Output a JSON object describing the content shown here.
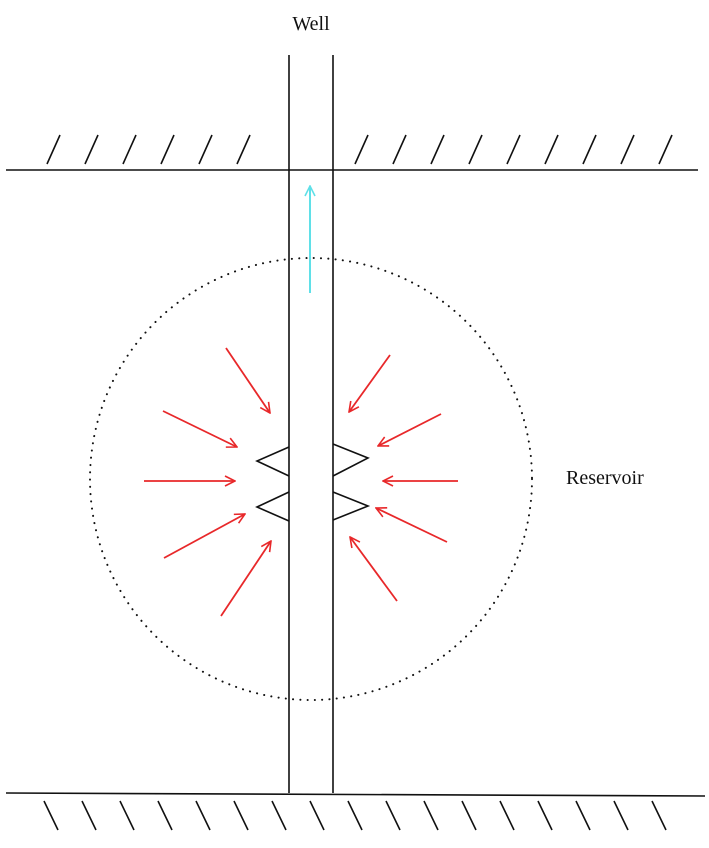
{
  "labels": {
    "well": "Well",
    "reservoir": "Reservoir"
  },
  "colors": {
    "line": "#111111",
    "inflow_arrow": "#e8282a",
    "production_arrow": "#5fe0e8"
  },
  "elements": {
    "surface_hatch": "hatched-boundary",
    "base_hatch": "hatched-boundary",
    "reservoir_boundary": "dotted-circle",
    "perforations": "zigzag-perforations"
  }
}
